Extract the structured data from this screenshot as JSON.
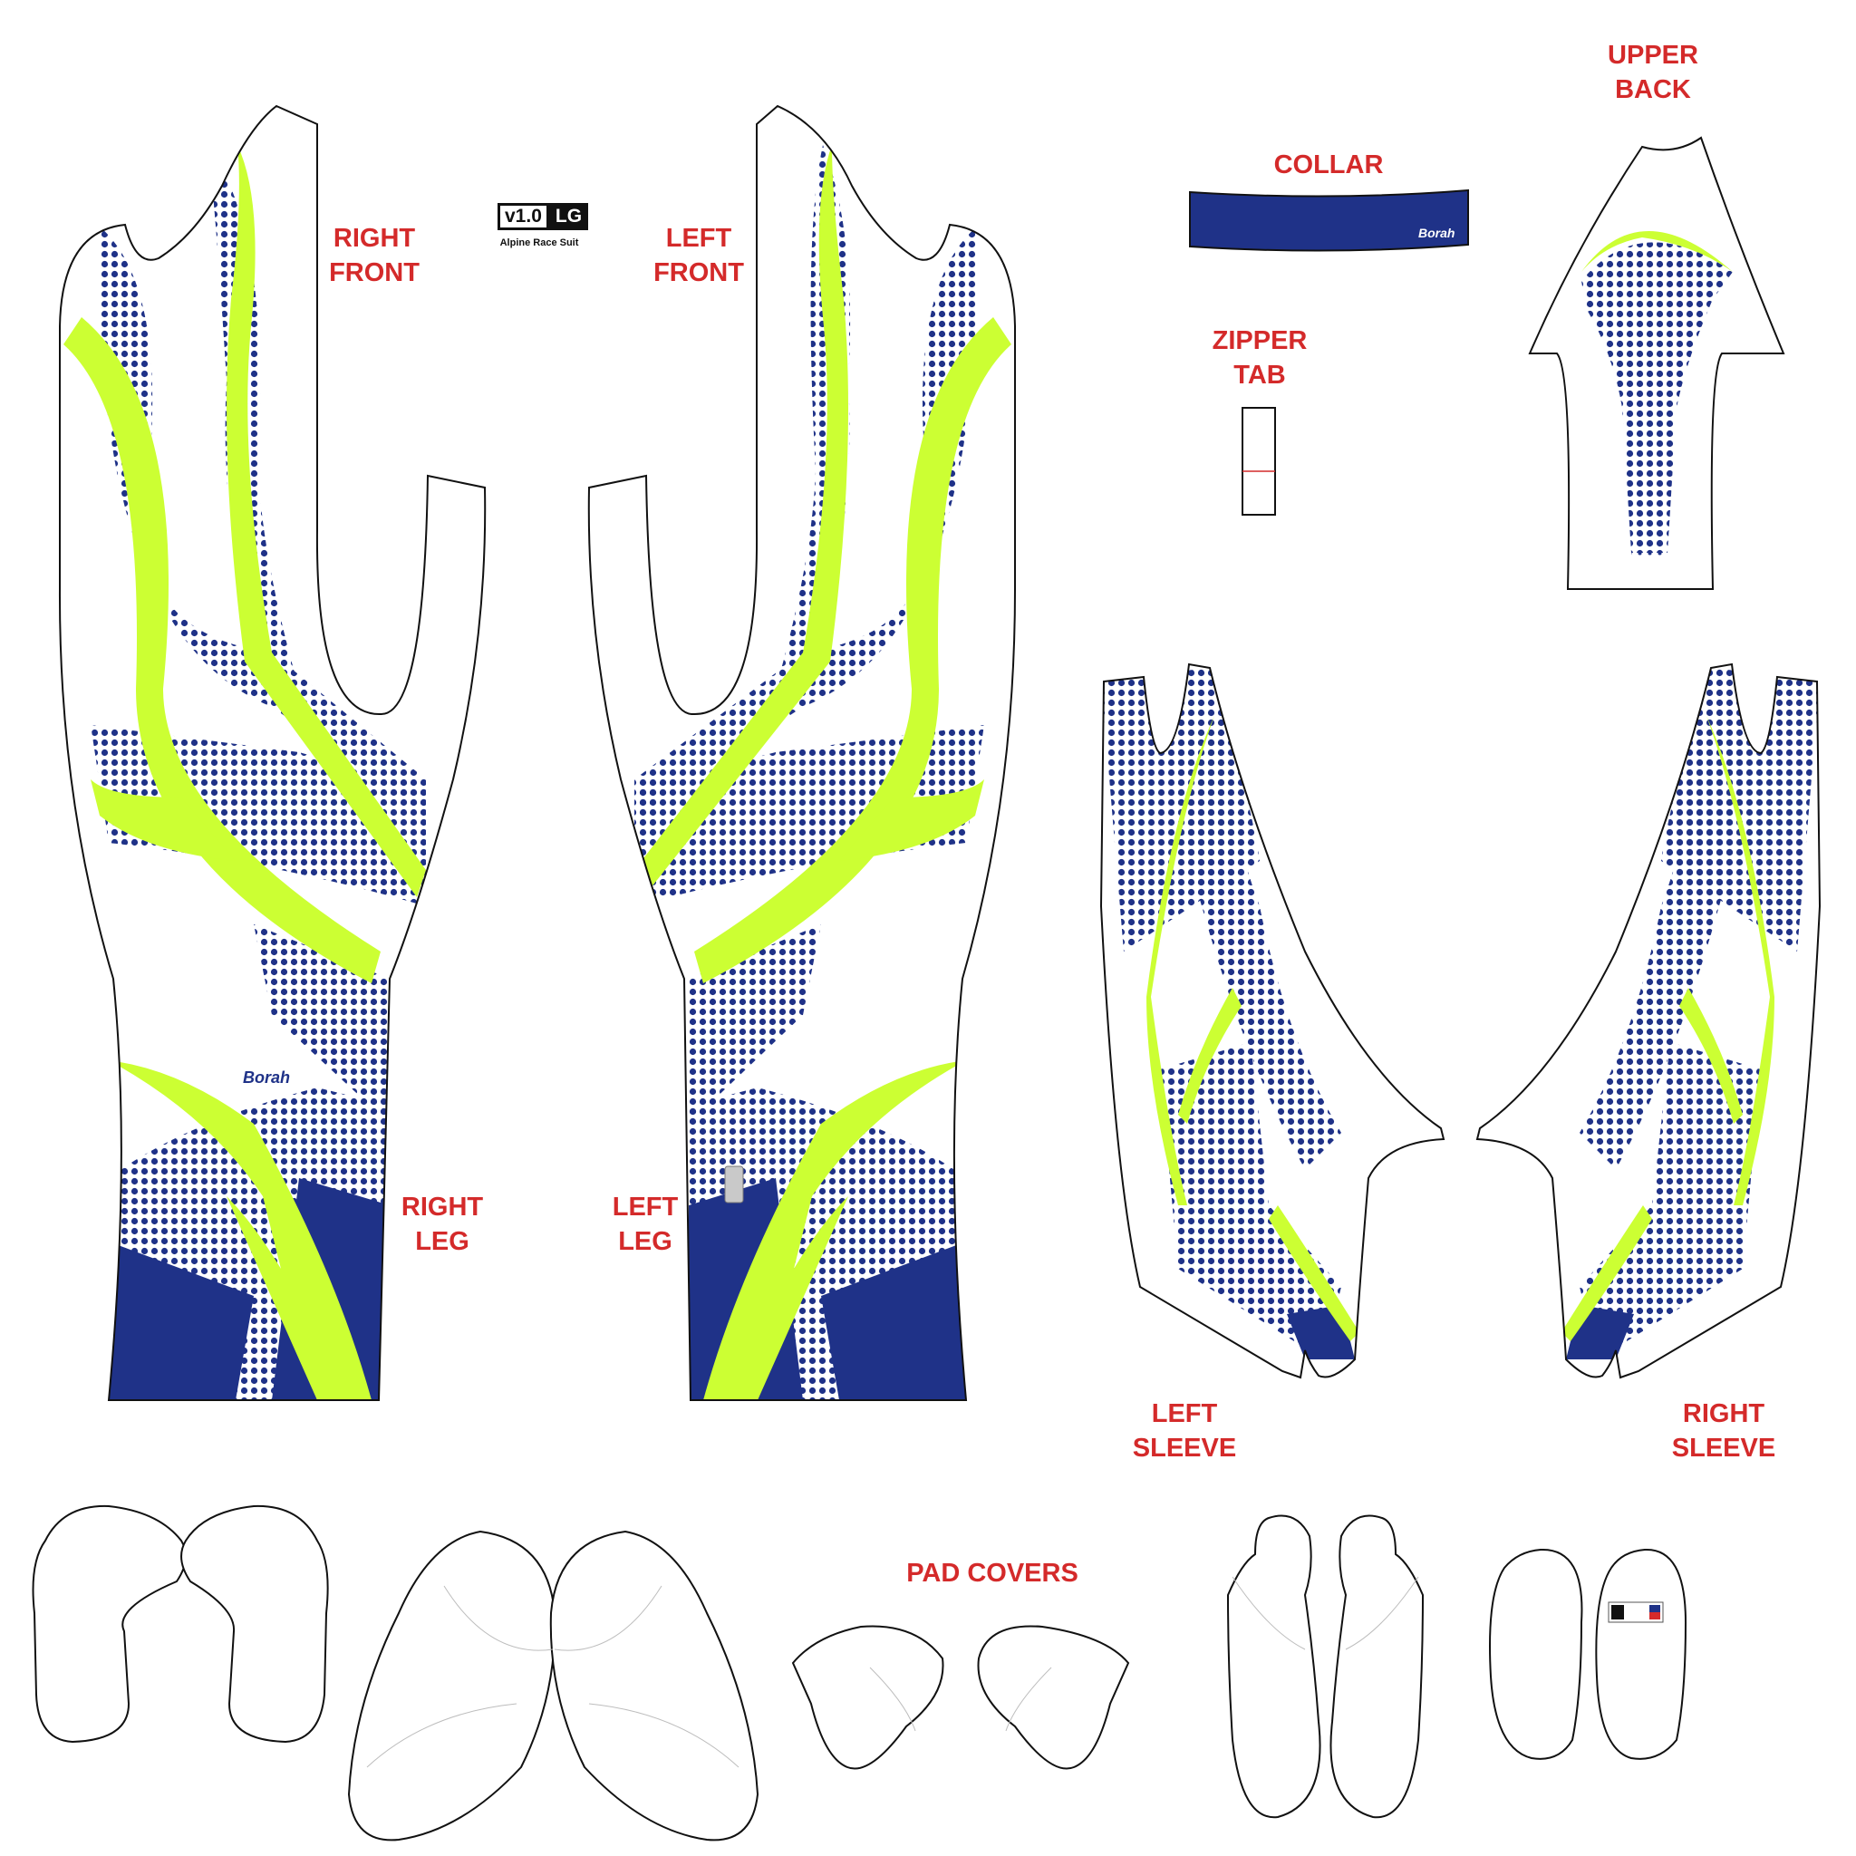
{
  "colors": {
    "navy": "#1f3288",
    "lime": "#ccff33",
    "label_red": "#d42a2a",
    "outline": "#111111"
  },
  "badge": {
    "version": "v1.0",
    "size": "LG",
    "product": "Alpine Race Suit"
  },
  "labels": {
    "right_front": "RIGHT\nFRONT",
    "left_front": "LEFT\nFRONT",
    "collar": "COLLAR",
    "zipper_tab": "ZIPPER\nTAB",
    "upper_back": "UPPER\nBACK",
    "right_leg": "RIGHT\nLEG",
    "left_leg": "LEFT\nLEG",
    "left_sleeve": "LEFT\nSLEEVE",
    "right_sleeve": "RIGHT\nSLEEVE",
    "pad_covers": "PAD COVERS"
  },
  "logo_text": "Borah"
}
